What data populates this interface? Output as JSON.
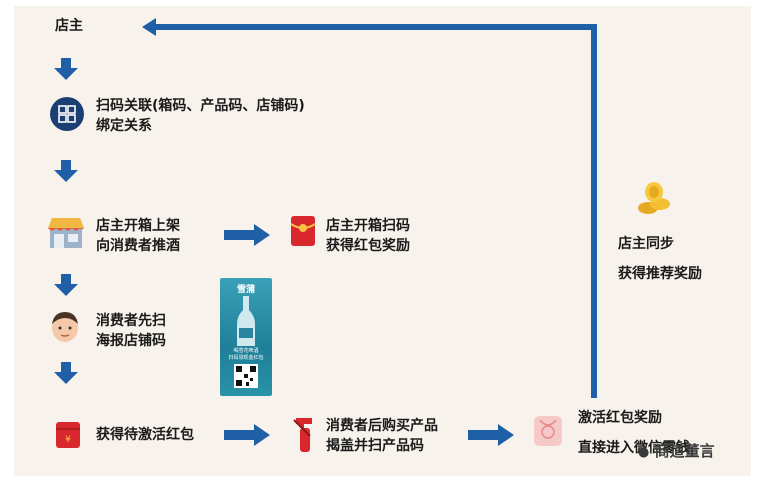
{
  "diagram": {
    "top_label": "店主",
    "scan_line1": "扫码关联",
    "scan_line1_suffix": "(箱码、产品码、店铺码)",
    "scan_line2": "绑定关系",
    "shop_line1": "店主开箱上架",
    "shop_line2": "向消费者推酒",
    "owner_reward_line1": "店主开箱扫码",
    "owner_reward_line2": "获得红包奖励",
    "consumer_line1": "消费者先扫",
    "consumer_line2": "海报店铺码",
    "pending_line": "获得待激活红包",
    "purchase_line1": "消费者后购买产品",
    "purchase_line2": "揭盖并扫产品码",
    "activate_line1": "激活红包奖励",
    "activate_line2": "直接进入微信零钱",
    "sync_line1": "店主同步",
    "sync_line2": "获得推荐奖励",
    "poster_title": "雪蒲",
    "poster_text1": "喝雪花啤酒",
    "poster_text2": "扫码领现金红包",
    "watermark": "商道董言"
  },
  "colors": {
    "arrow": "#1f5fa8",
    "background": "#f7f3ec"
  }
}
